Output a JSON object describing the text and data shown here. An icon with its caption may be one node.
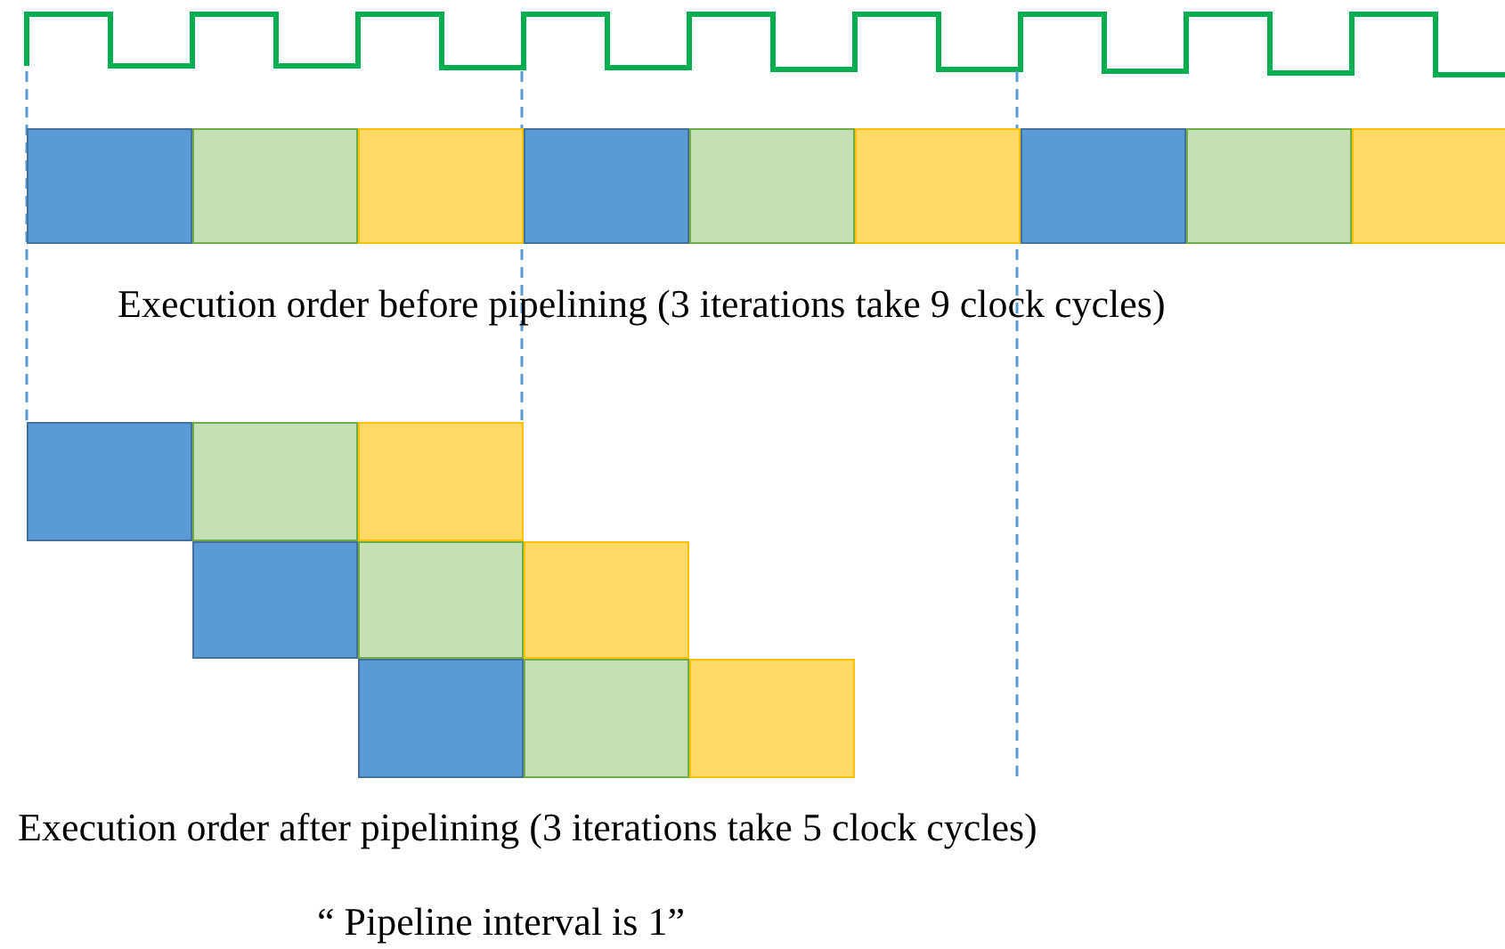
{
  "diagram": {
    "nodes": [
      {
        "text": [],
        "shape": "box"
      },
      {
        "text": [],
        "shape": "box"
      },
      {
        "text": [],
        "shape": "box"
      },
      {
        "text": [],
        "shape": "box"
      },
      {
        "text": [],
        "shape": "box"
      },
      {
        "text": [],
        "shape": "box"
      },
      {
        "text": [],
        "shape": "box"
      },
      {
        "text": [],
        "shape": "box"
      },
      {
        "text": [],
        "shape": "box"
      },
      {
        "text": [],
        "shape": "box"
      },
      {
        "text": [],
        "shape": "box"
      },
      {
        "text": [],
        "shape": "box"
      },
      {
        "text": [],
        "shape": "box"
      },
      {
        "text": [],
        "shape": "box"
      },
      {
        "text": [],
        "shape": "box"
      },
      {
        "text": [],
        "shape": "box"
      },
      {
        "text": [],
        "shape": "box"
      },
      {
        "text": [],
        "shape": "box"
      }
    ],
    "labels": [
      "Execution order before pipelining (3 iterations take 9 clock cycles)",
      "Execution order after pipelining (3 iterations take 5 clock cycles)",
      "“ Pipeline interval is 1”"
    ]
  }
}
